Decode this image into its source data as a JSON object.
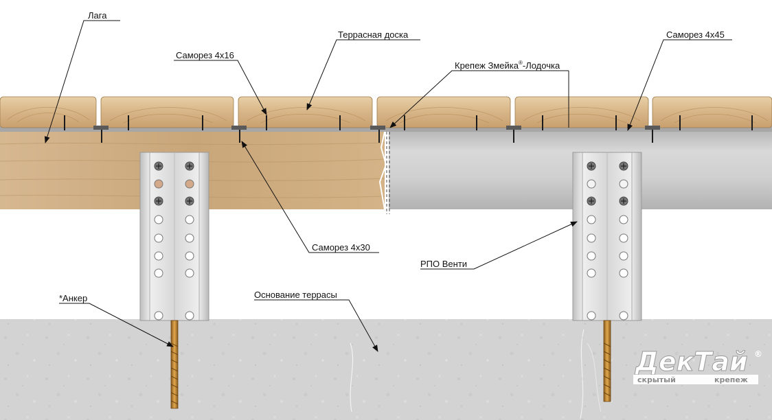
{
  "labels": {
    "laga": "Лага",
    "board": "Террасная доска",
    "screw_4x16": "Саморез 4х16",
    "clip_prefix": "Крепеж Змейка",
    "clip_reg": "®",
    "clip_suffix": "-Лодочка",
    "screw_4x45": "Саморез 4х45",
    "screw_4x30": "Саморез 4х30",
    "rpo": "РПО Венти",
    "anchor": "*Анкер",
    "base": "Основание террасы"
  },
  "brand": {
    "name": "ДекТай",
    "reg": "®",
    "tagline_left": "скрытый",
    "tagline_right": "крепеж"
  },
  "colors": {
    "wood": "#d9b98a",
    "joist_wood": "#cfae84",
    "joist_metal": "#c9c9c9",
    "concrete": "#d4d4d4",
    "post": "#d9d9d9",
    "anchor": "#c8923a"
  }
}
